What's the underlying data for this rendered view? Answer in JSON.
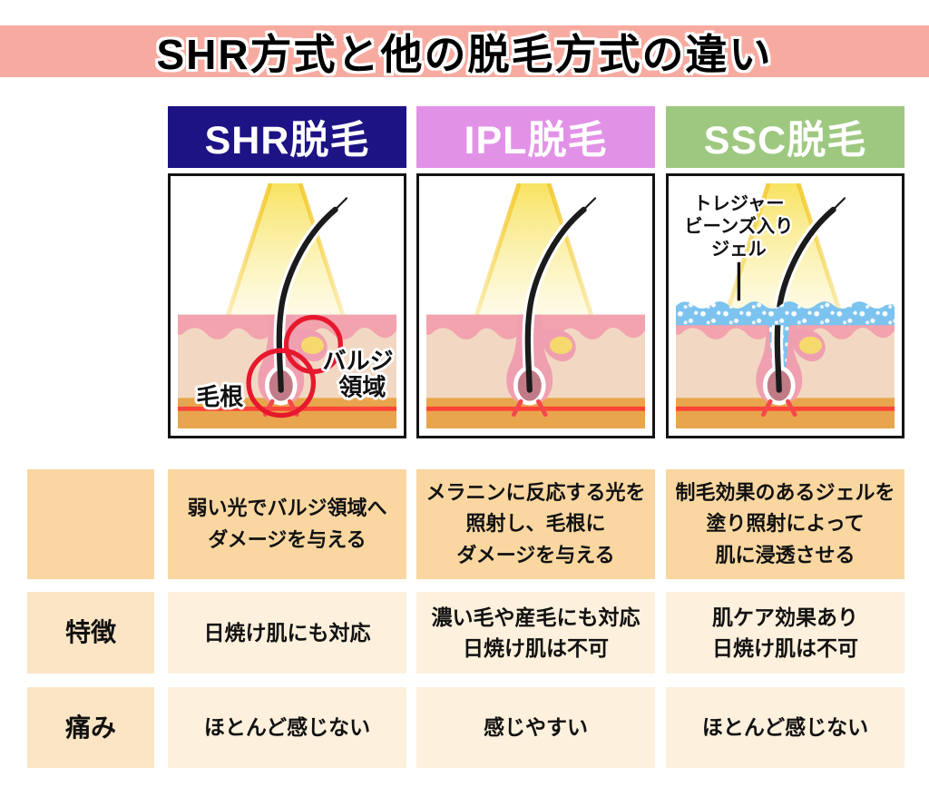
{
  "title": "SHR方式と他の脱毛方式の違い",
  "columns": [
    {
      "key": "shr",
      "header": "SHR脱毛",
      "header_bg": "#1d1385"
    },
    {
      "key": "ipl",
      "header": "IPL脱毛",
      "header_bg": "#e292e6"
    },
    {
      "key": "ssc",
      "header": "SSC脱毛",
      "header_bg": "#9ec880"
    }
  ],
  "illustrations": {
    "shr": {
      "root_label": "毛根",
      "bulge_label_line1": "バルジ",
      "bulge_label_line2": "領域"
    },
    "ssc": {
      "gel_label_line1": "トレジャー",
      "gel_label_line2": "ビーンズ入り",
      "gel_label_line3": "ジェル"
    }
  },
  "table": {
    "rows": [
      {
        "label": "",
        "cells": [
          "弱い光でバルジ領域へ\nダメージを与える",
          "メラニンに反応する光を\n照射し、毛根に\nダメージを与える",
          "制毛効果のあるジェルを\n塗り照射によって\n肌に浸透させる"
        ]
      },
      {
        "label": "特徴",
        "cells": [
          "日焼け肌にも対応",
          "濃い毛や産毛にも対応\n日焼け肌は不可",
          "肌ケア効果あり\n日焼け肌は不可"
        ]
      },
      {
        "label": "痛み",
        "cells": [
          "ほとんど感じない",
          "感じやすい",
          "ほとんど感じない"
        ]
      }
    ]
  },
  "colors": {
    "banner_bg": "#f7aba0",
    "shr_header_bg": "#1d1385",
    "ipl_header_bg": "#e292e6",
    "ssc_header_bg": "#9ec880",
    "table_row1_bg": "#fad7a1",
    "table_label_bg": "#fbe5c5",
    "table_cell_bg": "#fdf0dc",
    "highlight_red": "#e7182d",
    "gel_blue": "#7cc3ef",
    "light_beam_yellow": "#f7e158"
  }
}
